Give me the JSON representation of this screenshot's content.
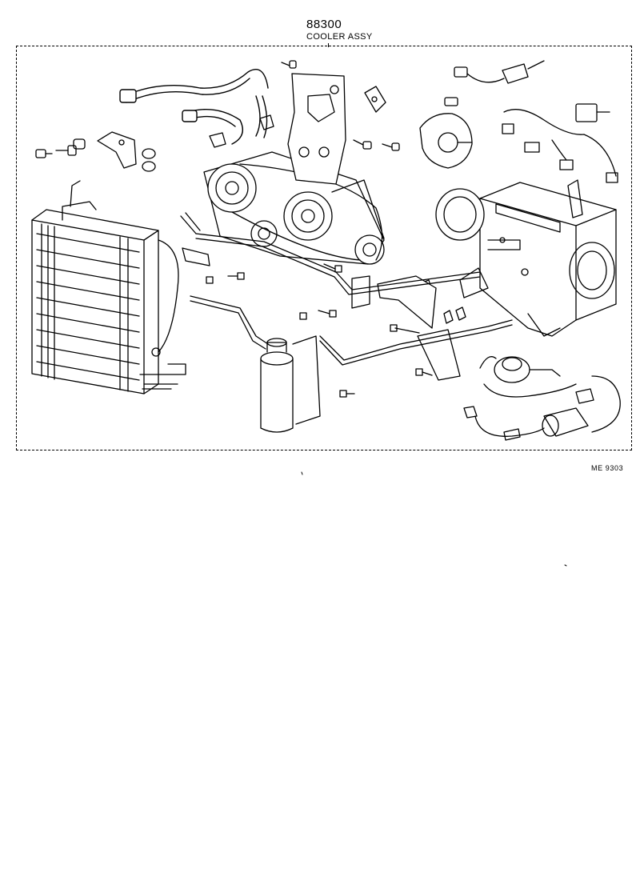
{
  "header": {
    "part_number": "88300",
    "assembly_name": "COOLER ASSY"
  },
  "footer": {
    "figure_code": "ME  9303"
  }
}
